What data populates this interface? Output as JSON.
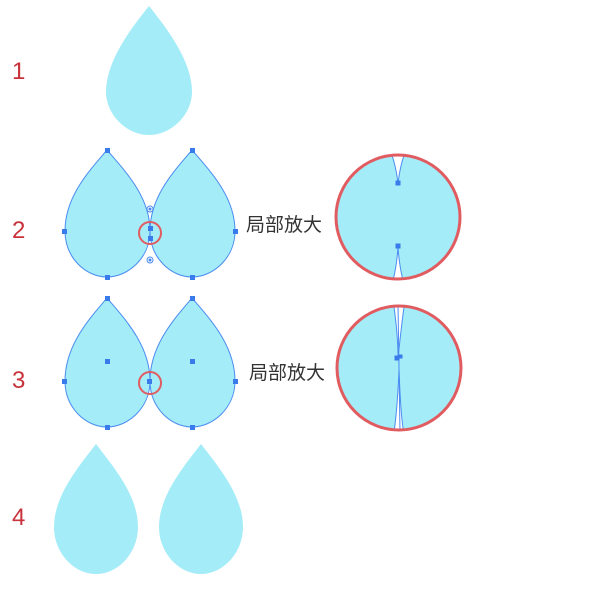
{
  "steps": [
    {
      "label": "1"
    },
    {
      "label": "2"
    },
    {
      "label": "3"
    },
    {
      "label": "4"
    }
  ],
  "zoom_label": "局部放大",
  "colors": {
    "drop_fill": "#a4ecf8",
    "path_stroke": "#4a8cf0",
    "anchor": "#3a7bec",
    "highlight_ring": "#e05c60",
    "step_text": "#c8323a",
    "zoom_text": "#333333"
  }
}
